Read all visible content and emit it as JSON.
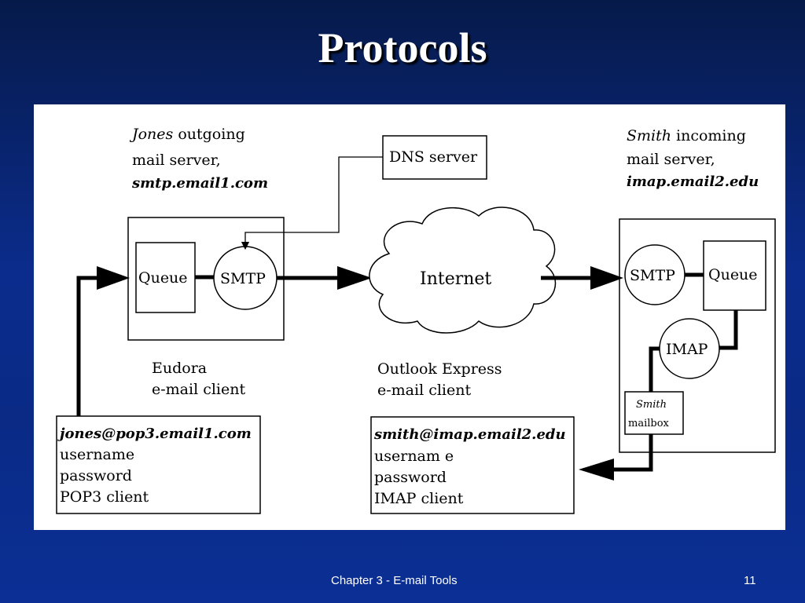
{
  "slide": {
    "title": "Protocols",
    "footer_left": "Chapter 3 - E-mail Tools",
    "footer_right": "11"
  },
  "diagram": {
    "jones_server": {
      "name": "Jones",
      "line1_rest": " outgoing",
      "line2": "mail  server,",
      "host": "smtp.email1.com",
      "queue_label": "Queue",
      "smtp_label": "SMTP"
    },
    "dns_label": "DNS  server",
    "internet_label": "Internet",
    "smith_server": {
      "name": "Smith",
      "line1_rest": " incoming",
      "line2": "mail  server,",
      "host": "imap.email2.edu",
      "smtp_label": "SMTP",
      "queue_label": "Queue",
      "imap_label": "IMAP",
      "mailbox_name": "Smith",
      "mailbox_label": "mailbox"
    },
    "eudora": {
      "line1": "Eudora",
      "line2": "e-mail  client"
    },
    "outlook": {
      "line1": "Outlook Express",
      "line2": "e-mail  client"
    },
    "jones_client": {
      "account": "jones@pop3.email1.com",
      "username": "username",
      "password": "password",
      "protocol": "POP3  client"
    },
    "smith_client": {
      "account": "smith@imap.email2.edu",
      "username": "usernam e",
      "password": "password",
      "protocol": "IMAP client"
    }
  }
}
